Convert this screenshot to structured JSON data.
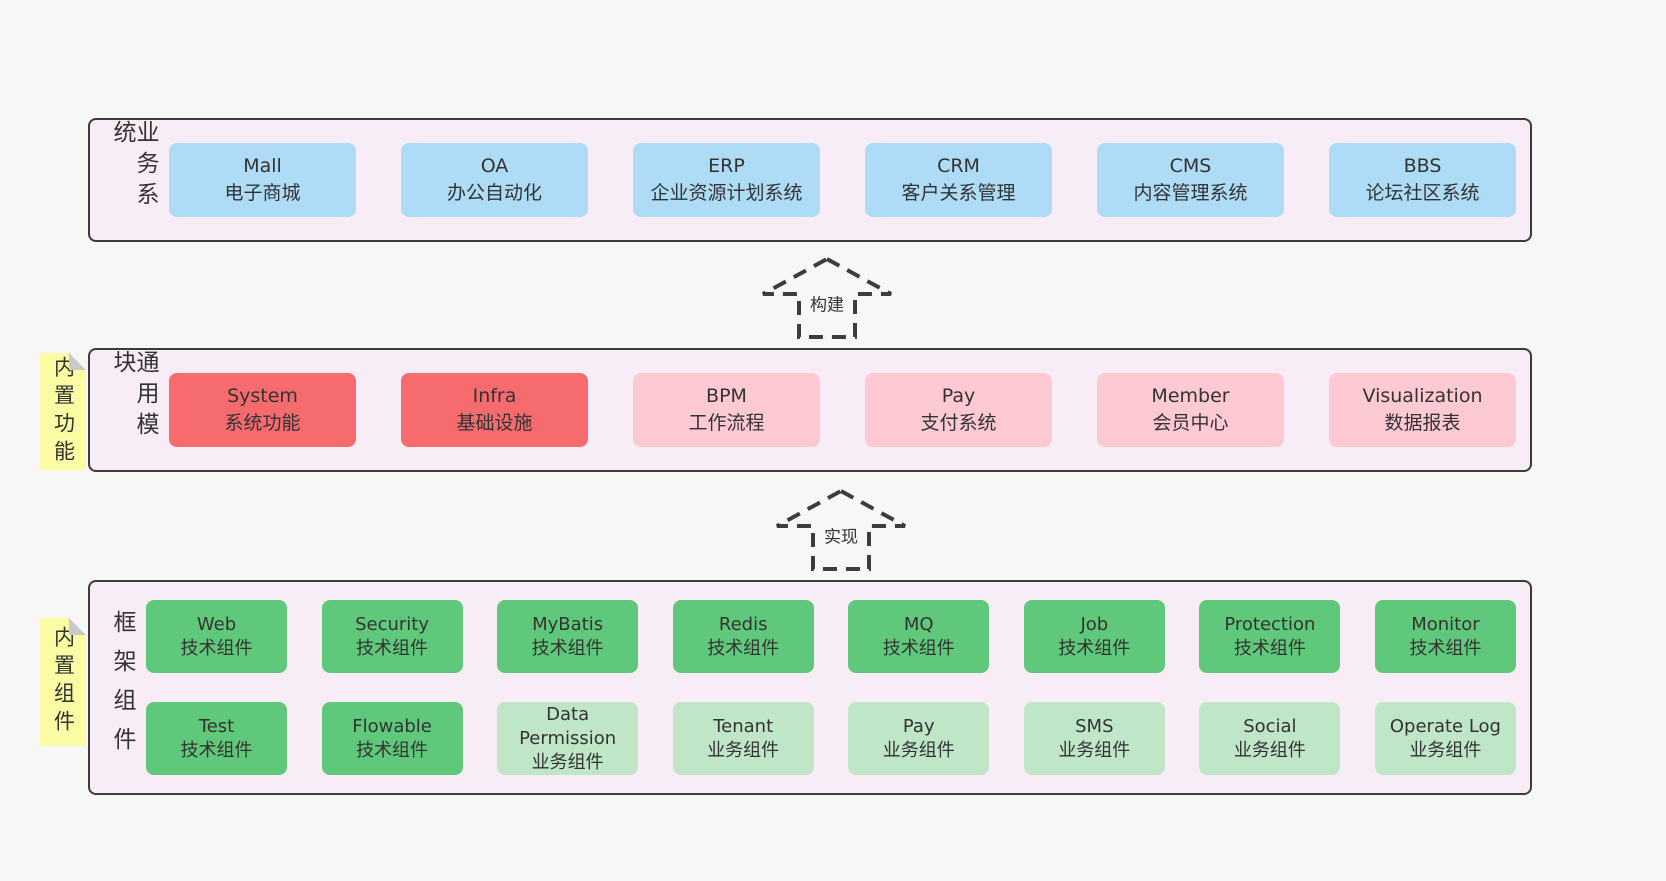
{
  "colors": {
    "background": "#f7f7f7",
    "container_bg": "#f8edf6",
    "container_border": "#3b3b3b",
    "box_blue": "#aedcf7",
    "box_red": "#f66b6e",
    "box_pink": "#fdc9d3",
    "box_green_dark": "#5fc87a",
    "box_green_light": "#bfe6c6",
    "note_yellow": "#fbfba4",
    "note_fold": "#c9c9c9",
    "text": "#333333"
  },
  "rows": {
    "business": {
      "label": "业务系统",
      "boxes": [
        {
          "en": "Mall",
          "zh": "电子商城"
        },
        {
          "en": "OA",
          "zh": "办公自动化"
        },
        {
          "en": "ERP",
          "zh": "企业资源计划系统"
        },
        {
          "en": "CRM",
          "zh": "客户关系管理"
        },
        {
          "en": "CMS",
          "zh": "内容管理系统"
        },
        {
          "en": "BBS",
          "zh": "论坛社区系统"
        }
      ]
    },
    "modules": {
      "label": "通用模块",
      "note": "内置功能",
      "boxes": [
        {
          "en": "System",
          "zh": "系统功能",
          "variant": "red"
        },
        {
          "en": "Infra",
          "zh": "基础设施",
          "variant": "red"
        },
        {
          "en": "BPM",
          "zh": "工作流程",
          "variant": "pink"
        },
        {
          "en": "Pay",
          "zh": "支付系统",
          "variant": "pink"
        },
        {
          "en": "Member",
          "zh": "会员中心",
          "variant": "pink"
        },
        {
          "en": "Visualization",
          "zh": "数据报表",
          "variant": "pink"
        }
      ]
    },
    "components": {
      "label": "框架组件",
      "note": "内置组件",
      "row1": [
        {
          "en": "Web",
          "zh": "技术组件",
          "variant": "green-dark"
        },
        {
          "en": "Security",
          "zh": "技术组件",
          "variant": "green-dark"
        },
        {
          "en": "MyBatis",
          "zh": "技术组件",
          "variant": "green-dark"
        },
        {
          "en": "Redis",
          "zh": "技术组件",
          "variant": "green-dark"
        },
        {
          "en": "MQ",
          "zh": "技术组件",
          "variant": "green-dark"
        },
        {
          "en": "Job",
          "zh": "技术组件",
          "variant": "green-dark"
        },
        {
          "en": "Protection",
          "zh": "技术组件",
          "variant": "green-dark"
        },
        {
          "en": "Monitor",
          "zh": "技术组件",
          "variant": "green-dark"
        }
      ],
      "row2": [
        {
          "en": "Test",
          "zh": "技术组件",
          "variant": "green-dark"
        },
        {
          "en": "Flowable",
          "zh": "技术组件",
          "variant": "green-dark"
        },
        {
          "en": "Data Permission",
          "zh": "业务组件",
          "variant": "green-light"
        },
        {
          "en": "Tenant",
          "zh": "业务组件",
          "variant": "green-light"
        },
        {
          "en": "Pay",
          "zh": "业务组件",
          "variant": "green-light"
        },
        {
          "en": "SMS",
          "zh": "业务组件",
          "variant": "green-light"
        },
        {
          "en": "Social",
          "zh": "业务组件",
          "variant": "green-light"
        },
        {
          "en": "Operate Log",
          "zh": "业务组件",
          "variant": "green-light"
        }
      ]
    }
  },
  "arrows": [
    {
      "label": "构建"
    },
    {
      "label": "实现"
    }
  ]
}
